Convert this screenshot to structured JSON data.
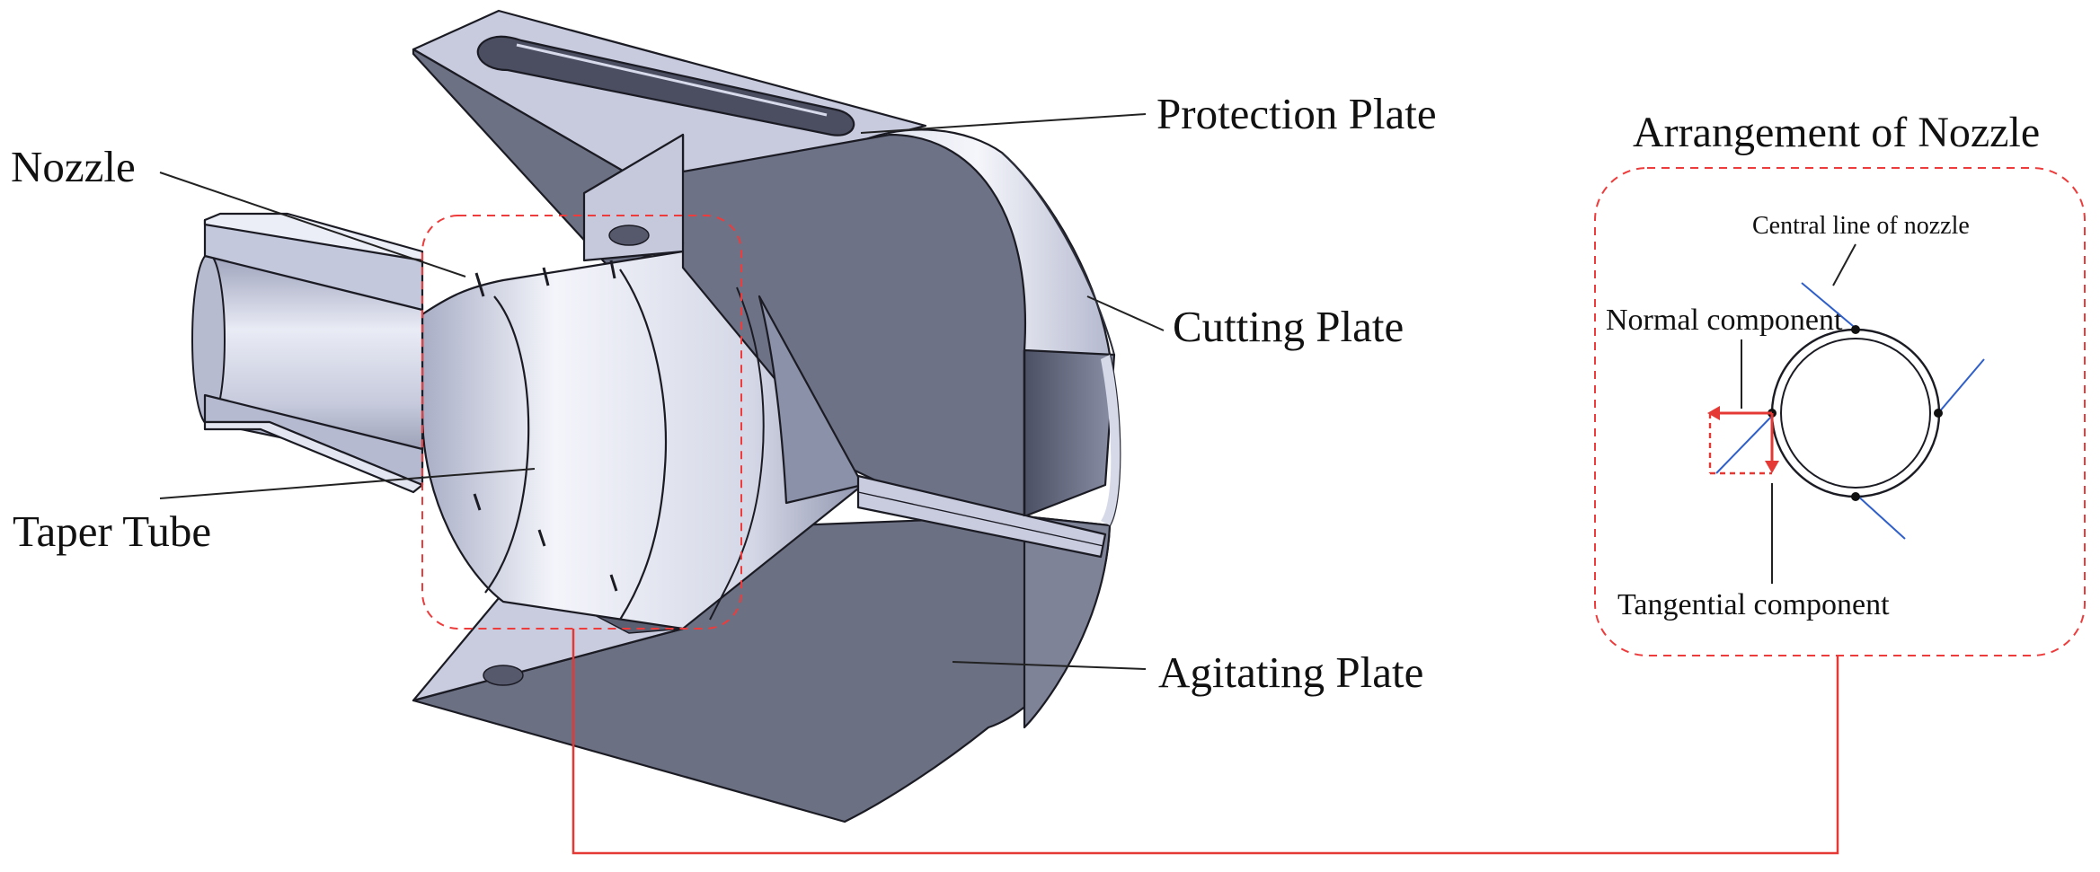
{
  "labels": {
    "nozzle": "Nozzle",
    "taper_tube": "Taper Tube",
    "protection_plate": "Protection Plate",
    "cutting_plate": "Cutting Plate",
    "agitating_plate": "Agitating Plate"
  },
  "inset": {
    "title": "Arrangement of Nozzle",
    "central_line": "Central line of nozzle",
    "normal_component": "Normal component",
    "tangential_component": "Tangential component"
  },
  "colors": {
    "highlight_box": "#ee3b3b",
    "connector": "#e53935",
    "vector": "#e53935",
    "nozzle_line": "#2f5fc9",
    "plate_dark": "#6c7184",
    "plate_light": "#c9cde0",
    "metal_highlight": "#f3f4fb"
  }
}
